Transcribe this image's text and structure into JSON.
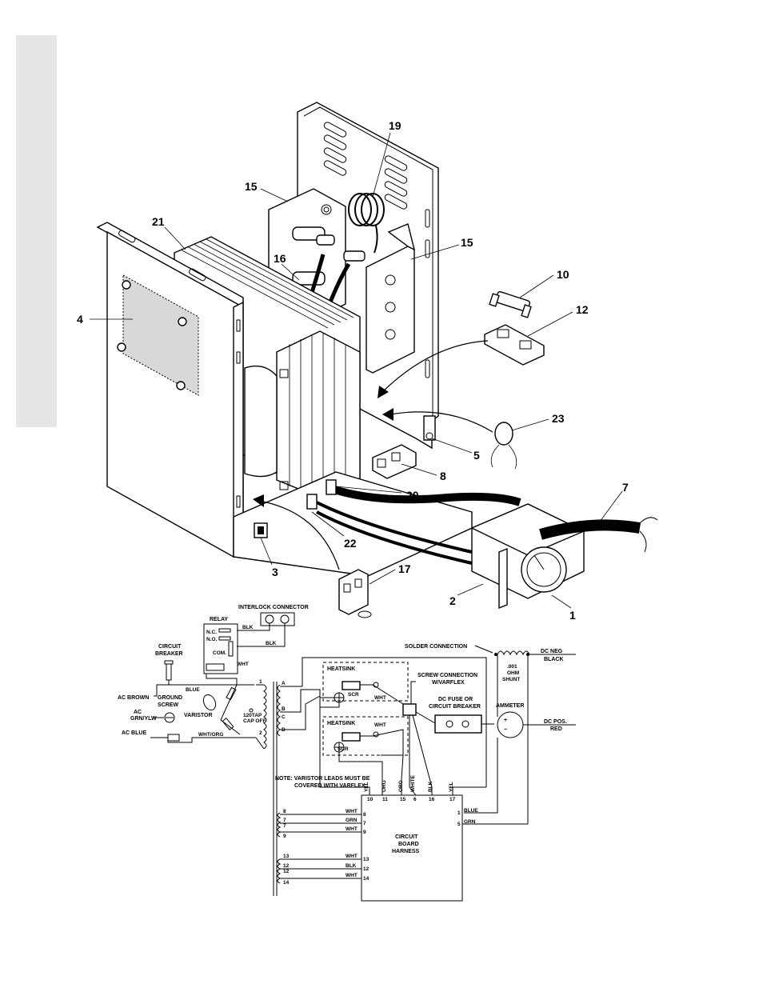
{
  "callouts": {
    "c19": "19",
    "c15a": "15",
    "c21": "21",
    "c16": "16",
    "c15b": "15",
    "c10": "10",
    "c12": "12",
    "c4": "4",
    "c23": "23",
    "c5": "5",
    "c8": "8",
    "c20": "20",
    "c7": "7",
    "c22": "22",
    "c3": "3",
    "c17": "17",
    "c2": "2",
    "c1": "1"
  },
  "schematic": {
    "interlock_connector": "INTERLOCK CONNECTOR",
    "relay": "RELAY",
    "nc": "N.C.",
    "no": "N.O.",
    "com": "COM.",
    "blk1": "BLK",
    "blk2": "BLK",
    "wht_relay": "WHT",
    "circuit": "CIRCUIT",
    "breaker": "BREAKER",
    "blue_ac": "BLUE",
    "ac_brown": "AC BROWN",
    "ground": "GROUND",
    "screw": "SCREW",
    "ac": "AC",
    "grn_ylw": "GRN/YLW",
    "varistor": "VARISTOR",
    "ac_blue": "AC BLUE",
    "wht_org": "WHT/ORG",
    "tap_120": "120TAP",
    "cap_off": "CAP OFF",
    "tap1": "1",
    "tap2": "2",
    "sec_a": "A",
    "sec_b": "B",
    "sec_c": "C",
    "sec_d": "D",
    "heatsink1": "HEATSINK",
    "heatsink2": "HEATSINK",
    "scr1": "SCR",
    "scr2": "SCR",
    "wht_scr1": "WHT",
    "wht_scr2": "WHT",
    "screw_conn": "SCREW CONNECTION",
    "w_varflex": "W/VARFLEX",
    "dc_fuse": "DC FUSE OR",
    "circuit_breaker": "CIRCUIT BREAKER",
    "solder_conn": "SOLDER CONNECTION",
    "ohm": ".001",
    "ohm2": "OHM",
    "shunt": "SHUNT",
    "dc_neg": "DC NEG",
    "black": "BLACK",
    "ammeter": "AMMETER",
    "plus": "+",
    "minus": "−",
    "dc_pos": "DC POS.",
    "red": "RED",
    "note1": "NOTE: VARISTOR LEADS MUST BE",
    "note2": "COVERED WITH VARFLEX.",
    "wire_yel1": "YEL",
    "wire_org1": "ORG",
    "wire_org2": "ORG",
    "wire_white": "WHITE",
    "wire_blk": "BLK",
    "wire_yel2": "YEL",
    "pin_10": "10",
    "pin_11": "11",
    "pin_15": "15",
    "pin_6": "6",
    "pin_16": "16",
    "pin_17": "17",
    "lw_8": "8",
    "lw_7a": "7",
    "lw_7b": "7",
    "lw_9": "9",
    "lw_13": "13",
    "lw_12a": "12",
    "lw_12b": "12",
    "lw_14": "14",
    "lc_wht1": "WHT",
    "lc_grn": "GRN",
    "lc_wht2": "WHT",
    "lc_wht3": "WHT",
    "lc_blk": "BLK",
    "lc_wht4": "WHT",
    "lp_8": "8",
    "lp_7": "7",
    "lp_9": "9",
    "lp_13": "13",
    "lp_12": "12",
    "lp_14": "14",
    "rp_1": "1",
    "rp_5": "5",
    "rc_blue": "BLUE",
    "rc_grn": "GRN",
    "board1": "CIRCUIT",
    "board2": "BOARD",
    "board3": "HARNESS"
  }
}
